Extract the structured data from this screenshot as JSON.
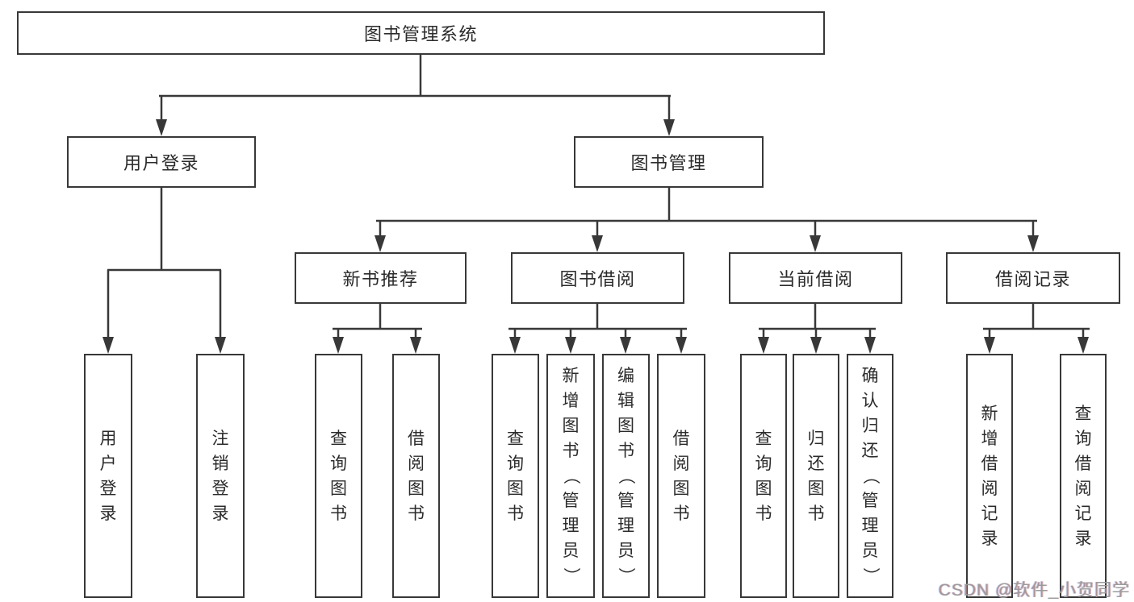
{
  "colors": {
    "background": "#ffffff",
    "line": "#383838",
    "box_border": "#383838",
    "box_fill": "#ffffff",
    "text": "#2b2b2b",
    "watermark_text": "#9b9b9b"
  },
  "watermark": {
    "label": "CSDN @软件_小贺同学"
  },
  "diagram": {
    "root": {
      "label": "图书管理系统"
    },
    "level2": {
      "user_login": {
        "label": "用户登录"
      },
      "book_management": {
        "label": "图书管理"
      }
    },
    "level3": {
      "new_book_recommend": {
        "label": "新书推荐"
      },
      "book_borrow": {
        "label": "图书借阅"
      },
      "current_borrow": {
        "label": "当前借阅"
      },
      "borrow_records": {
        "label": "借阅记录"
      }
    },
    "leaves": {
      "user_login": {
        "label": "用户登录"
      },
      "logout": {
        "label": "注销登录"
      },
      "rec_query_books": {
        "label": "查询图书"
      },
      "rec_borrow_books": {
        "label": "借阅图书"
      },
      "bb_query_books": {
        "label": "查询图书"
      },
      "bb_add_books": {
        "label": "新增图书（管理员）"
      },
      "bb_edit_books": {
        "label": "编辑图书（管理员）"
      },
      "bb_borrow_books": {
        "label": "借阅图书"
      },
      "cb_query_books": {
        "label": "查询图书"
      },
      "cb_return_books": {
        "label": "归还图书"
      },
      "cb_confirm_return": {
        "label": "确认归还（管理员）"
      },
      "br_add_record": {
        "label": "新增借阅记录"
      },
      "br_query_record": {
        "label": "查询借阅记录"
      }
    }
  }
}
